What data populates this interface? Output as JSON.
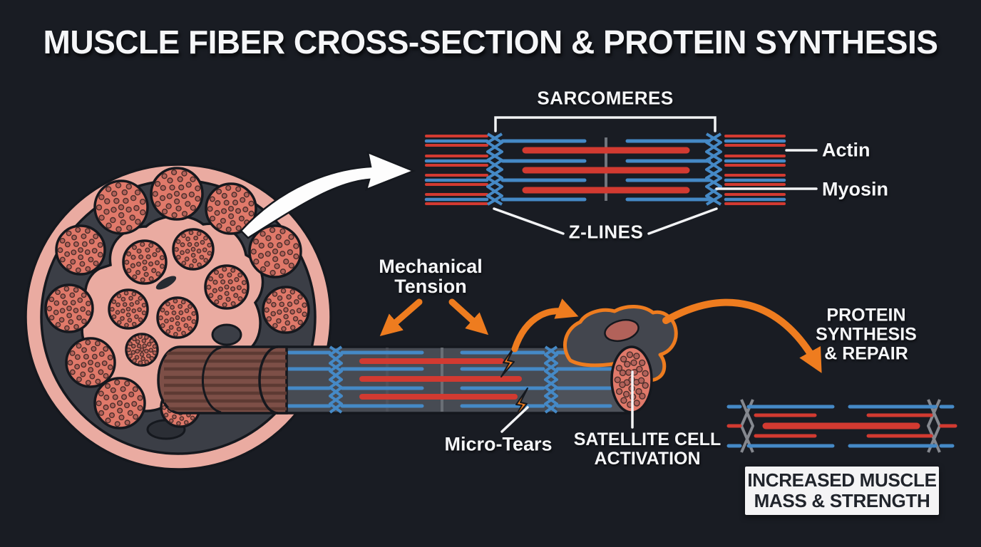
{
  "title": "MUSCLE FIBER CROSS-SECTION & PROTEIN SYNTHESIS",
  "sarcomere_detail": {
    "heading": "SARCOMERES",
    "z_lines_label": "Z-LINES",
    "actin_label": "Actin",
    "myosin_label": "Myosin"
  },
  "process": {
    "mechanical_line1": "Mechanical",
    "mechanical_line2": "Tension",
    "micro_tears": "Micro-Tears",
    "satellite_line1": "SATELLITE CELL",
    "satellite_line2": "ACTIVATION",
    "protein_line1": "PROTEIN",
    "protein_line2": "SYNTHESIS",
    "protein_line3": "& REPAIR"
  },
  "outcome": {
    "line1": "INCREASED MUSCLE",
    "line2": "MASS & STRENGTH"
  },
  "icons": {
    "zoom_arrow": "white-curved-arrow",
    "tension_arrows": "orange-straight-arrows",
    "signal_arrows": "orange-curved-arrows",
    "micro_tear_marks": "orange-lightning-bolts"
  },
  "colors": {
    "background": "#191c23",
    "actin_blue": "#4589c6",
    "myosin_red": "#d23a31",
    "arrow_orange": "#ee7c1f",
    "fascicle_salmon": "#e0796a",
    "fascicle_dot": "#b2625a",
    "connective_pink": "#eaaba1",
    "matrix_gray": "#3b3e46",
    "fiber_gray": "#474b53",
    "fiber_brown": "#7d4f47",
    "stripe_brown": "#5d3a33",
    "cell_gray": "#43464e",
    "zline_gray": "#85888f",
    "mline_gray": "#70747b",
    "label_white": "#f5f6f8",
    "box_bg": "#f4f4f5",
    "box_text": "#20242b",
    "outline_dark": "#15181e"
  }
}
